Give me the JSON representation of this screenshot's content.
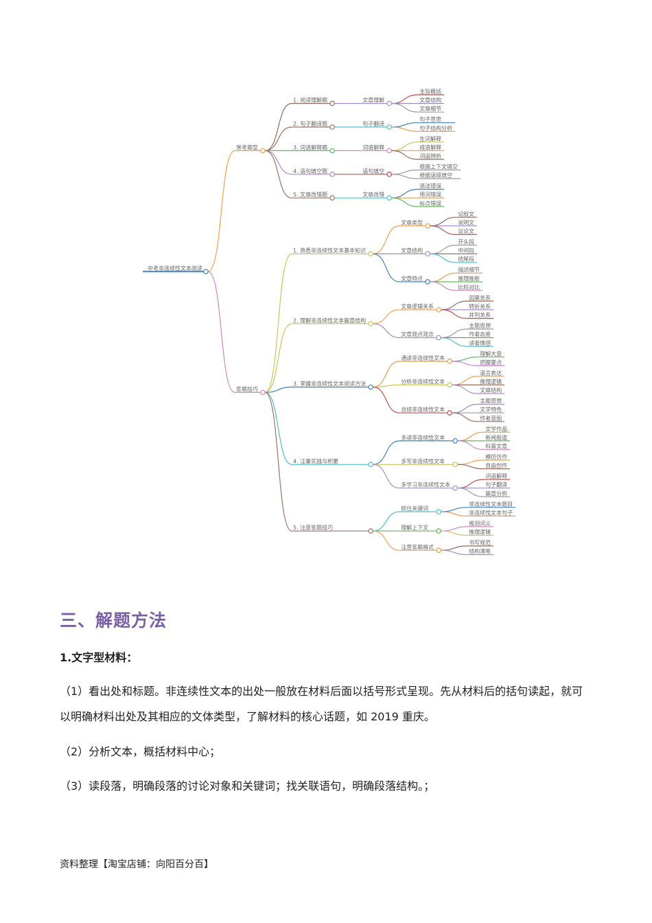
{
  "mindmap": {
    "palette": [
      "#f0a04b",
      "#8d6a5a",
      "#a98bd0",
      "#c0504d",
      "#9b8fb8",
      "#9a9a9a",
      "#a07060",
      "#4bbfd0",
      "#3f7fb8",
      "#e39a4a",
      "#5cb85c",
      "#cc88cc",
      "#c6c65a"
    ],
    "root": {
      "label": "中考非连续性文本阅读",
      "children": [
        {
          "label": "常考题型",
          "children": [
            {
              "label": "1. 阅读理解题",
              "children": [
                {
                  "label": "文章理解",
                  "children": [
                    {
                      "label": "主旨概括"
                    },
                    {
                      "label": "文章结构"
                    },
                    {
                      "label": "文章细节"
                    }
                  ]
                }
              ]
            },
            {
              "label": "2. 句子翻译题",
              "children": [
                {
                  "label": "句子翻译",
                  "children": [
                    {
                      "label": "句子意思"
                    },
                    {
                      "label": "句子结构分析"
                    }
                  ]
                }
              ]
            },
            {
              "label": "3. 词语解释题",
              "children": [
                {
                  "label": "词语解释",
                  "children": [
                    {
                      "label": "生词解释"
                    },
                    {
                      "label": "成语解释"
                    },
                    {
                      "label": "词语辨析"
                    }
                  ]
                }
              ]
            },
            {
              "label": "4. 语句填空题",
              "children": [
                {
                  "label": "语句填空",
                  "children": [
                    {
                      "label": "根据上下文填空"
                    },
                    {
                      "label": "根据语境填空"
                    }
                  ]
                }
              ]
            },
            {
              "label": "5. 文章改错题",
              "children": [
                {
                  "label": "文章改错",
                  "children": [
                    {
                      "label": "语法错误"
                    },
                    {
                      "label": "用词错误"
                    },
                    {
                      "label": "标点错误"
                    }
                  ]
                }
              ]
            }
          ]
        },
        {
          "label": "答题技巧",
          "children": [
            {
              "label": "1. 熟悉非连续性文本基本知识",
              "children": [
                {
                  "label": "文章类型",
                  "children": [
                    {
                      "label": "记叙文"
                    },
                    {
                      "label": "说明文"
                    },
                    {
                      "label": "议论文"
                    }
                  ]
                },
                {
                  "label": "文章结构",
                  "children": [
                    {
                      "label": "开头段"
                    },
                    {
                      "label": "中间段"
                    },
                    {
                      "label": "结尾段"
                    }
                  ]
                },
                {
                  "label": "文章特点",
                  "children": [
                    {
                      "label": "描述细节"
                    },
                    {
                      "label": "推理推断"
                    },
                    {
                      "label": "比较对比"
                    }
                  ]
                }
              ]
            },
            {
              "label": "2. 理解非连续性文本篇章结构",
              "children": [
                {
                  "label": "文章逻辑关系",
                  "children": [
                    {
                      "label": "因果关系"
                    },
                    {
                      "label": "转折关系"
                    },
                    {
                      "label": "并列关系"
                    }
                  ]
                },
                {
                  "label": "文章观点观念",
                  "children": [
                    {
                      "label": "主题思想"
                    },
                    {
                      "label": "作者态度"
                    },
                    {
                      "label": "读者情感"
                    }
                  ]
                }
              ]
            },
            {
              "label": "3. 掌握非连续性文本阅读方法",
              "children": [
                {
                  "label": "通读非连续性文本",
                  "children": [
                    {
                      "label": "理解大意"
                    },
                    {
                      "label": "把握要点"
                    }
                  ]
                },
                {
                  "label": "分析非连续性文本",
                  "children": [
                    {
                      "label": "语言表达"
                    },
                    {
                      "label": "推理逻辑"
                    },
                    {
                      "label": "文章结构"
                    }
                  ]
                },
                {
                  "label": "总结非连续性文本",
                  "children": [
                    {
                      "label": "主题思想"
                    },
                    {
                      "label": "文学特色"
                    },
                    {
                      "label": "作者意图"
                    }
                  ]
                }
              ]
            },
            {
              "label": "4. 注重实践与积累",
              "children": [
                {
                  "label": "多读非连续性文本",
                  "children": [
                    {
                      "label": "文学作品"
                    },
                    {
                      "label": "新闻报道"
                    },
                    {
                      "label": "科普文章"
                    }
                  ]
                },
                {
                  "label": "多写非连续性文本",
                  "children": [
                    {
                      "label": "模仿仿作"
                    },
                    {
                      "label": "自由创作"
                    }
                  ]
                },
                {
                  "label": "多学习非连续性文本",
                  "children": [
                    {
                      "label": "词语解释"
                    },
                    {
                      "label": "句子翻译"
                    },
                    {
                      "label": "篇章分析"
                    }
                  ]
                }
              ]
            },
            {
              "label": "5. 注意答题技巧",
              "children": [
                {
                  "label": "抓住关键词",
                  "children": [
                    {
                      "label": "非连续性文本题目"
                    },
                    {
                      "label": "非连续性文本句子"
                    }
                  ]
                },
                {
                  "label": "理解上下文",
                  "children": [
                    {
                      "label": "推测词义"
                    },
                    {
                      "label": "推理逻辑"
                    }
                  ]
                },
                {
                  "label": "注意答题格式",
                  "children": [
                    {
                      "label": "书写规范"
                    },
                    {
                      "label": "结构清晰"
                    }
                  ]
                }
              ]
            }
          ]
        }
      ]
    }
  },
  "section": {
    "heading": "三、解题方法",
    "subheading": "1.文字型材料：",
    "paragraphs": [
      "（1）看出处和标题。非连续性文本的出处一般放在材料后面以括号形式呈现。先从材料后的括句读起，就可以明确材料出处及其相应的文体类型，了解材料的核心话题，如 2019 重庆。",
      "（2）分析文本，概括材料中心；",
      "（3）读段落，明确段落的讨论对象和关键词；找关联语句，明确段落结构。；"
    ]
  },
  "footer": "资料整理【淘宝店铺：向阳百分百】"
}
